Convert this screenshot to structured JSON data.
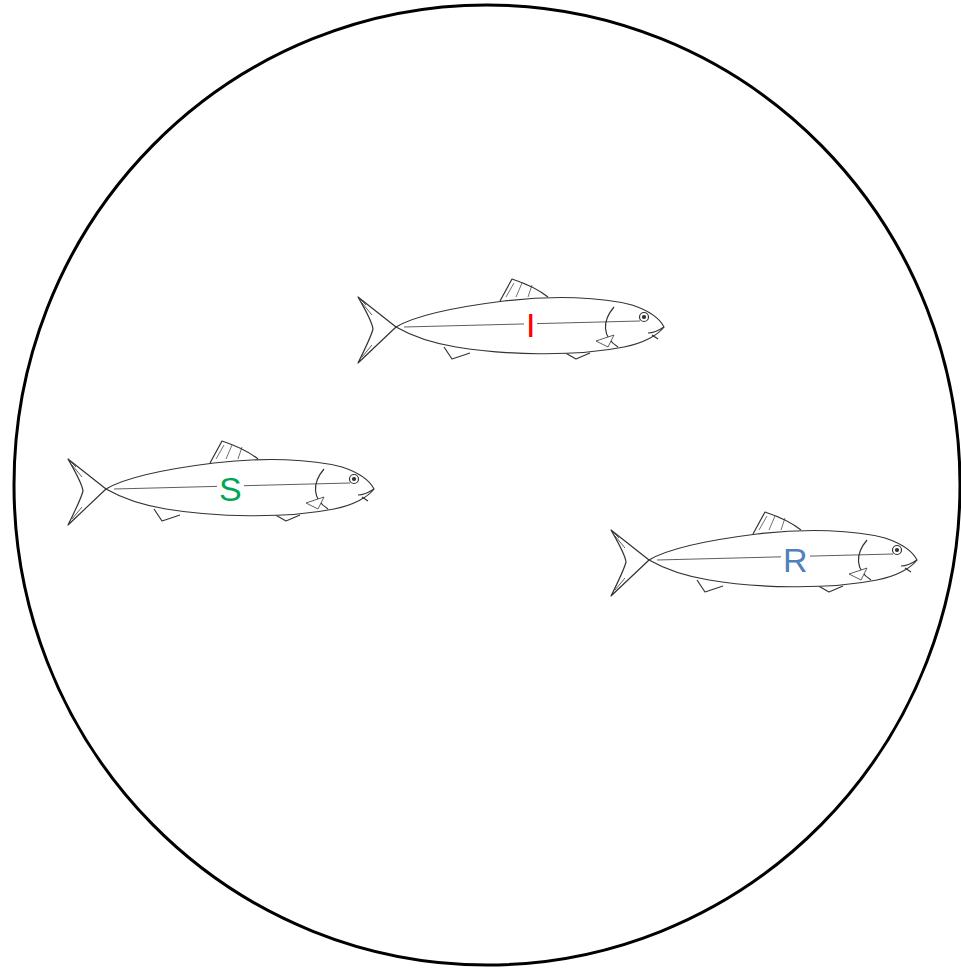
{
  "diagram": {
    "labels": [
      "I",
      "S",
      "R"
    ]
  }
}
